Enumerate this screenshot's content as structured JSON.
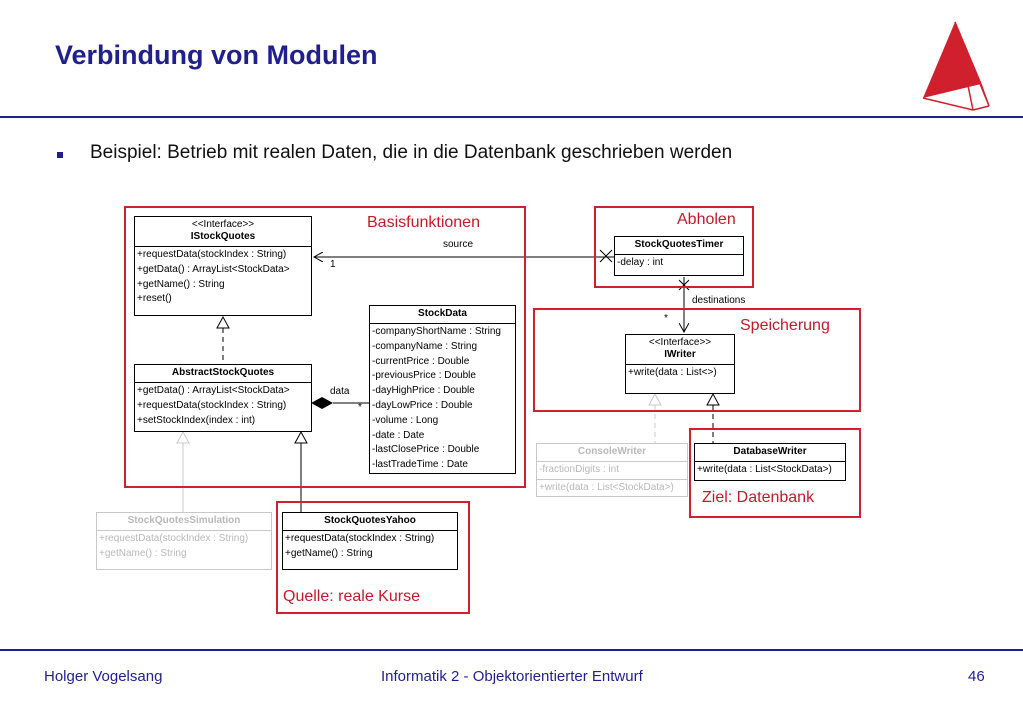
{
  "slide": {
    "title": "Verbindung von Modulen",
    "bullet": "Beispiel: Betrieb mit realen Daten, die in die Datenbank geschrieben werden"
  },
  "footer": {
    "author": "Holger Vogelsang",
    "course": "Informatik 2 - Objektorientierter Entwurf",
    "page": "46"
  },
  "groups": {
    "basis": "Basisfunktionen",
    "abholen": "Abholen",
    "speicherung": "Speicherung",
    "ziel": "Ziel: Datenbank",
    "quelle": "Quelle: reale Kurse"
  },
  "classes": {
    "istockquotes": {
      "stereotype": "<<Interface>>",
      "name": "IStockQuotes",
      "ops": [
        "+requestData(stockIndex : String)",
        "+getData() : ArrayList<StockData>",
        "+getName() : String",
        "+reset()"
      ]
    },
    "abstractstockquotes": {
      "name": "AbstractStockQuotes",
      "ops": [
        "+getData() : ArrayList<StockData>",
        "+requestData(stockIndex : String)",
        "+setStockIndex(index : int)"
      ]
    },
    "stockdata": {
      "name": "StockData",
      "attrs": [
        "-companyShortName : String",
        "-companyName : String",
        "-currentPrice : Double",
        "-previousPrice : Double",
        "-dayHighPrice : Double",
        "-dayLowPrice : Double",
        "-volume : Long",
        "-date : Date",
        "-lastClosePrice : Double",
        "-lastTradeTime : Date"
      ]
    },
    "stockquotestimer": {
      "name": "StockQuotesTimer",
      "attrs": [
        "-delay : int"
      ]
    },
    "iwriter": {
      "stereotype": "<<Interface>>",
      "name": "IWriter",
      "ops": [
        "+write(data : List<>)"
      ]
    },
    "consolewriter": {
      "name": "ConsoleWriter",
      "attrs": [
        "-fractionDigits : int"
      ],
      "ops": [
        "+write(data : List<StockData>)"
      ]
    },
    "databasewriter": {
      "name": "DatabaseWriter",
      "ops": [
        "+write(data : List<StockData>)"
      ]
    },
    "stockquotessimulation": {
      "name": "StockQuotesSimulation",
      "ops": [
        "+requestData(stockIndex : String)",
        "+getName() : String"
      ]
    },
    "stockquotesyahoo": {
      "name": "StockQuotesYahoo",
      "ops": [
        "+requestData(stockIndex : String)",
        "+getName() : String"
      ]
    }
  },
  "relations": {
    "source_label": "source",
    "source_mult": "1",
    "data_label": "data",
    "data_mult": "*",
    "dest_label": "destinations",
    "dest_mult": "*"
  },
  "colors": {
    "title": "#1f1f8f",
    "highlight": "#d0202e",
    "faded": "#c8c8c8"
  }
}
